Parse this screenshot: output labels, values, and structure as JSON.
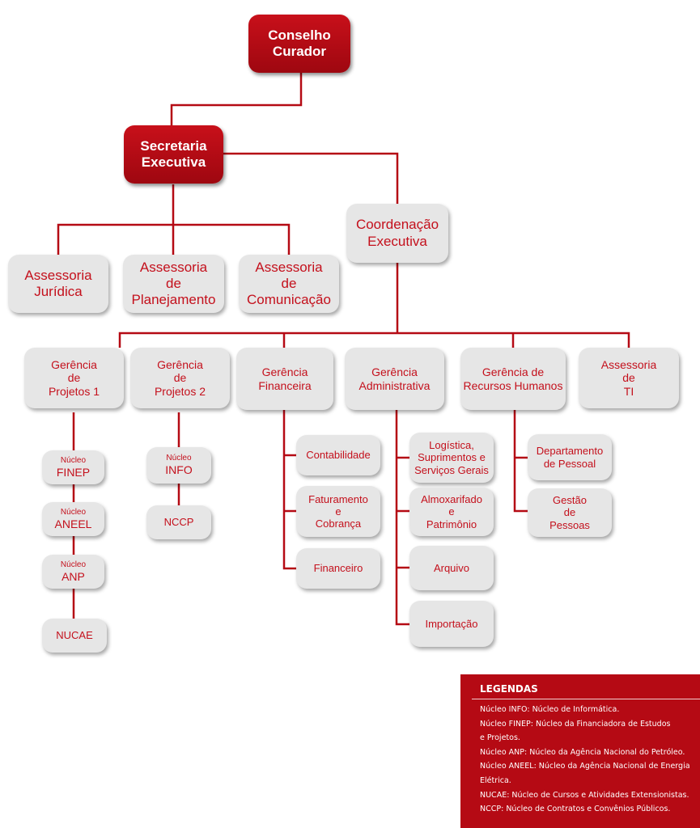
{
  "colors": {
    "accent_red": "#b50a14",
    "box_gray": "#e6e6e6",
    "line_red": "#b50a14"
  },
  "nodes": {
    "conselho": "Conselho\nCurador",
    "secretaria": "Secretaria\nExecutiva",
    "coordenacao": "Coordenação\nExecutiva",
    "ass_juridica": "Assessoria\nJurídica",
    "ass_planejamento": "Assessoria\nde\nPlanejamento",
    "ass_comunicacao": "Assessoria\nde\nComunicação",
    "ger_proj1": "Gerência\nde\nProjetos 1",
    "ger_proj2": "Gerência\nde\nProjetos 2",
    "ger_financeira": "Gerência\nFinanceira",
    "ger_administrativa": "Gerência\nAdministrativa",
    "ger_rh": "Gerência de\nRecursos Humanos",
    "ass_ti": "Assessoria\nde\nTI",
    "nucleo_prefix": "Núcleo",
    "finep": "FINEP",
    "aneel": "ANEEL",
    "anp": "ANP",
    "nucae": "NUCAE",
    "info": "INFO",
    "nccp": "NCCP",
    "contabilidade": "Contabilidade",
    "faturamento": "Faturamento\ne\nCobrança",
    "financeiro": "Financeiro",
    "logistica": "Logística,\nSuprimentos e\nServiços Gerais",
    "almoxarifado": "Almoxarifado\ne\nPatrimônio",
    "arquivo": "Arquivo",
    "importacao": "Importação",
    "dep_pessoal": "Departamento\nde Pessoal",
    "gestao_pessoas": "Gestão\nde\nPessoas"
  },
  "legend": {
    "title": "LEGENDAS",
    "lines": [
      "Núcleo INFO: Núcleo de Informática.",
      "Núcleo FINEP: Núcleo da Financiadora de Estudos",
      "e Projetos.",
      "Núcleo ANP: Núcleo da Agência Nacional do Petróleo.",
      "Núcleo ANEEL: Núcleo da Agência Nacional de Energia",
      "Elétrica.",
      "NUCAE: Núcleo de Cursos e Atividades Extensionistas.",
      "NCCP: Núcleo de Contratos e Convênios Públicos."
    ]
  }
}
